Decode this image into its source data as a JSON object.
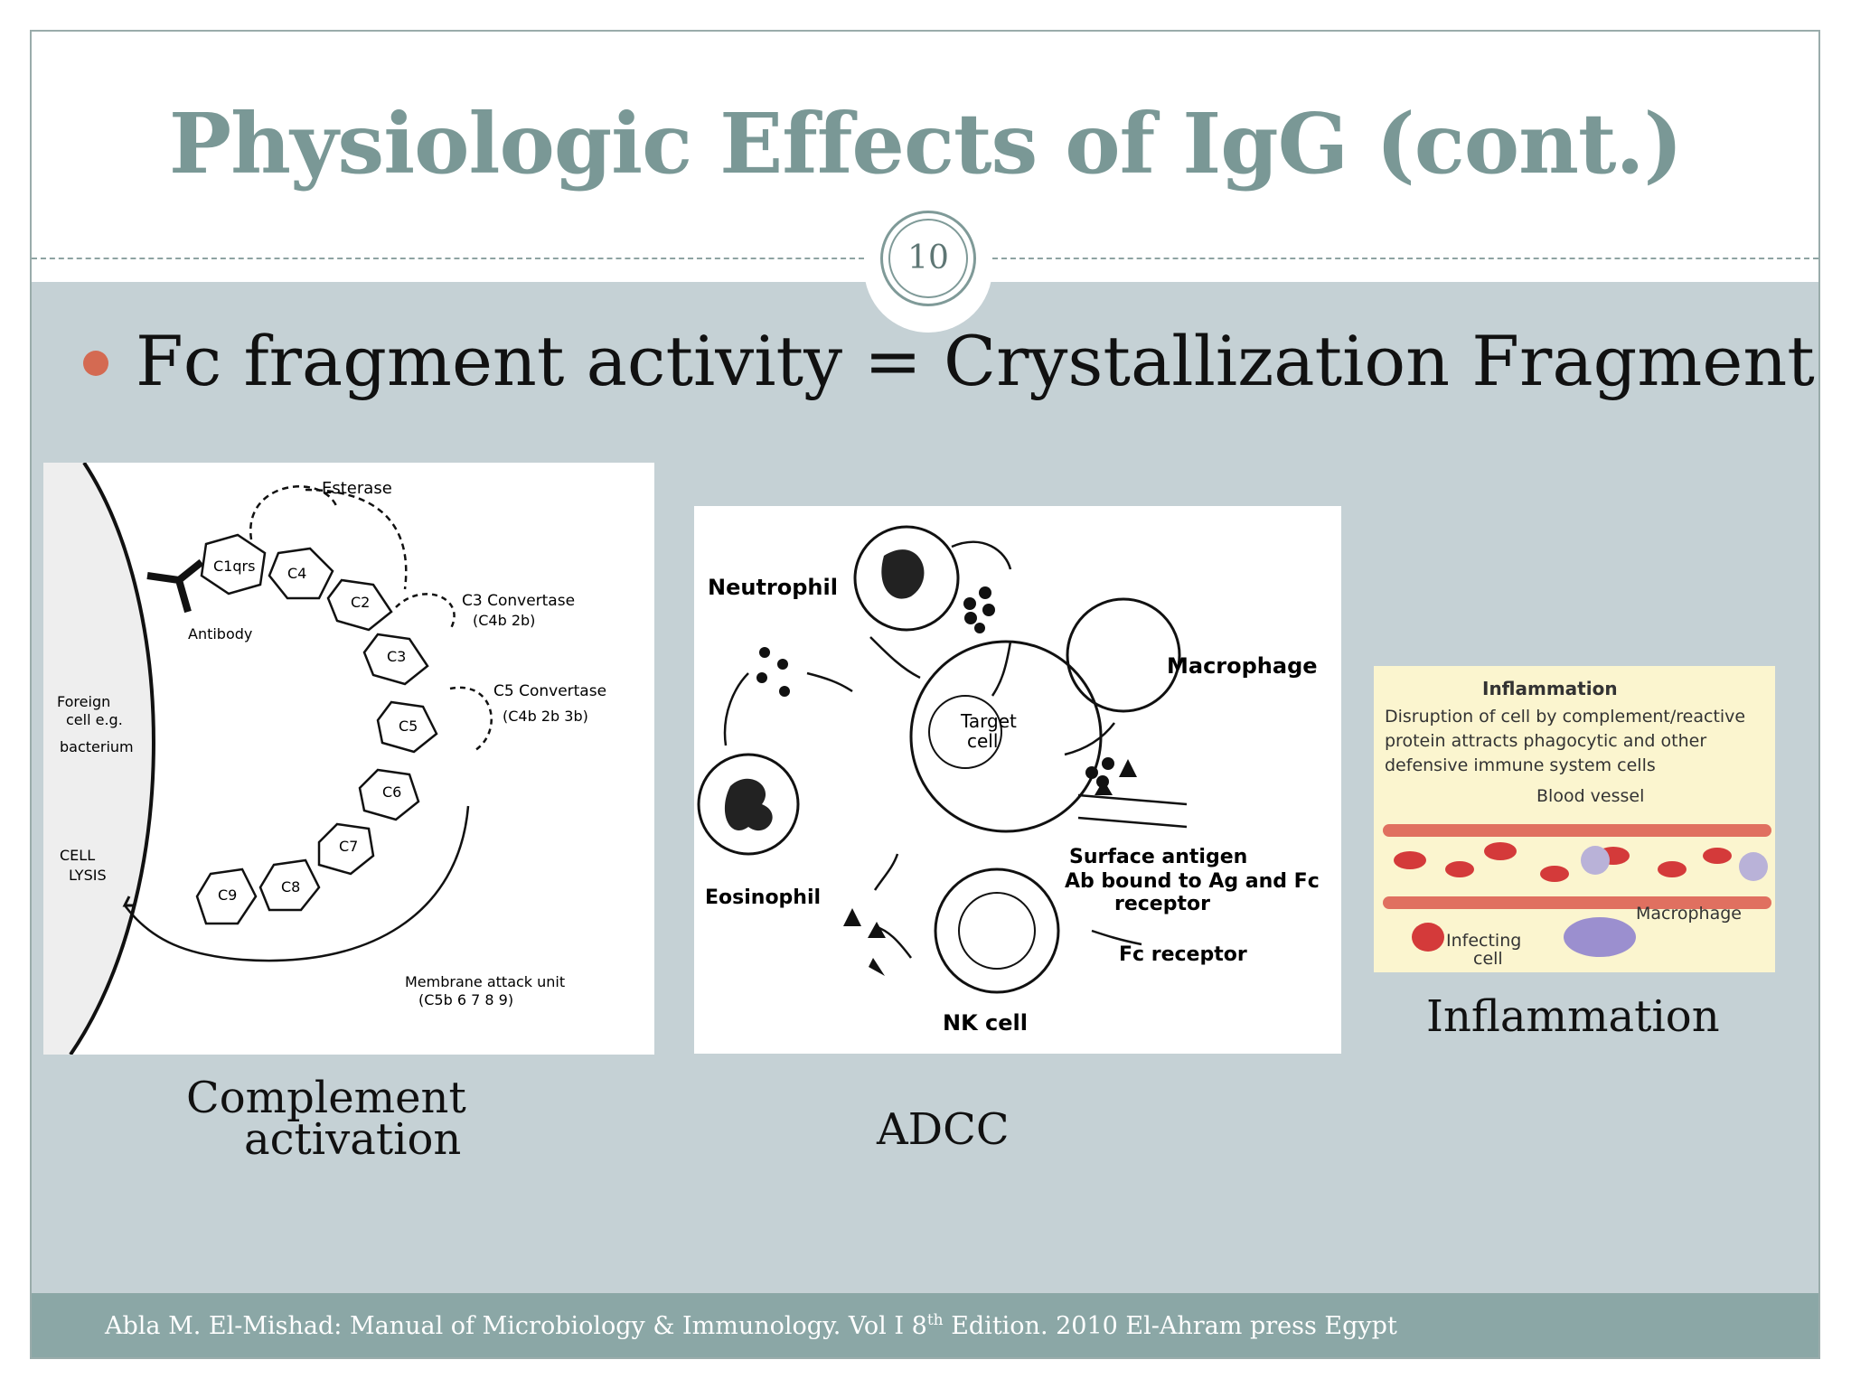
{
  "slide": {
    "title": "Physiologic Effects of IgG (cont.)",
    "page_number": "10",
    "bullet": "Fc fragment activity = Crystallization Fragment",
    "colors": {
      "title": "#7a9896",
      "band": "#c5d1d5",
      "bullet": "#d46a52",
      "footer": "#8ba7a6"
    }
  },
  "figures": {
    "complement": {
      "caption_line1": "Complement",
      "caption_line2": "activation",
      "labels": {
        "esterase": "Esterase",
        "c1qrs": "C1qrs",
        "c4": "C4",
        "c2": "C2",
        "c3": "C3",
        "c5": "C5",
        "c6": "C6",
        "c7": "C7",
        "c8": "C8",
        "c9": "C9",
        "antibody": "Antibody",
        "c3_convertase": "C3 Convertase",
        "c3_convertase_sub": "(C4b 2b)",
        "c5_convertase": "C5 Convertase",
        "c5_convertase_sub": "(C4b 2b 3b)",
        "foreign1": "Foreign",
        "foreign2": "cell e.g.",
        "foreign3": "bacterium",
        "lysis1": "CELL",
        "lysis2": "LYSIS",
        "mac1": "Membrane attack unit",
        "mac2": "(C5b 6 7 8 9)"
      }
    },
    "adcc": {
      "caption": "ADCC",
      "labels": {
        "neutrophil": "Neutrophil",
        "macrophage": "Macrophage",
        "target1": "Target",
        "target2": "cell",
        "eosinophil": "Eosinophil",
        "surface_antigen": "Surface antigen",
        "ab_bound1": "Ab bound to Ag and Fc",
        "ab_bound2": "receptor",
        "fc_receptor": "Fc receptor",
        "nk_cell": "NK cell"
      }
    },
    "inflammation": {
      "caption": "Inflammation",
      "labels": {
        "heading": "Inflammation",
        "desc1": "Disruption of cell by complement/reactive",
        "desc2": "protein attracts phagocytic and other",
        "desc3": "defensive immune system cells",
        "blood_vessel": "Blood vessel",
        "macrophage": "Macrophage",
        "infecting1": "Infecting",
        "infecting2": "cell"
      }
    }
  },
  "footer": {
    "text_before": "Abla M. El-Mishad: Manual of Microbiology & Immunology. Vol I 8",
    "superscript": "th",
    "text_after": " Edition. 2010 El-Ahram press Egypt"
  }
}
